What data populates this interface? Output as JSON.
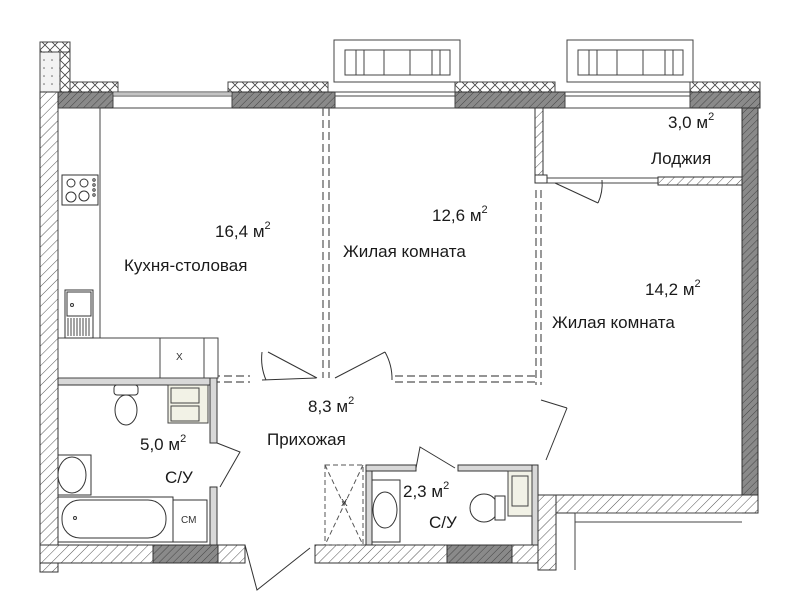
{
  "plan": {
    "unit_suffix": "м",
    "unit_power": "2",
    "rooms": [
      {
        "id": "kitchen",
        "area": "16,4",
        "name": "Кухня-столовая"
      },
      {
        "id": "living1",
        "area": "12,6",
        "name": "Жилая комната"
      },
      {
        "id": "loggia",
        "area": "3,0",
        "name": "Лоджия"
      },
      {
        "id": "living2",
        "area": "14,2",
        "name": "Жилая комната"
      },
      {
        "id": "hallway",
        "area": "8,3",
        "name": "Прихожая"
      },
      {
        "id": "bath1",
        "area": "5,0",
        "name": "С/У"
      },
      {
        "id": "bath2",
        "area": "2,3",
        "name": "С/У"
      }
    ],
    "fixtures": {
      "washer_label": "СМ",
      "fridge_mark": "X",
      "closet_mark": "X"
    },
    "colors": {
      "wall_line": "#333333",
      "hatch_dark": "#7a7a7a",
      "background": "#ffffff"
    }
  }
}
